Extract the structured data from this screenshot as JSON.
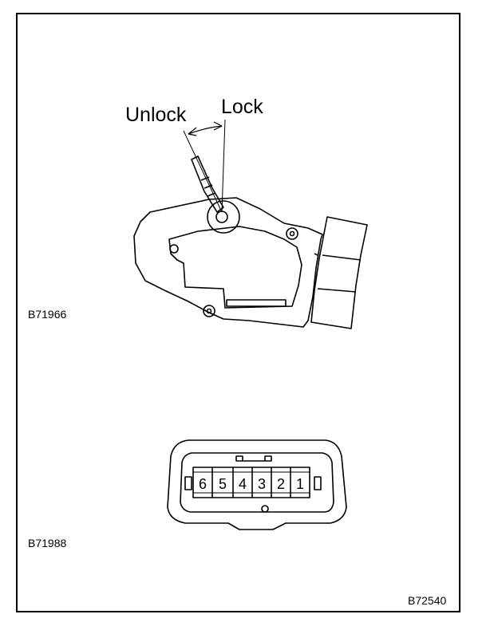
{
  "actuator": {
    "unlock_label": "Unlock",
    "lock_label": "Lock",
    "code": "B71966"
  },
  "connector": {
    "pins": [
      "6",
      "5",
      "4",
      "3",
      "2",
      "1"
    ],
    "code": "B71988"
  },
  "figure_code": "B72540"
}
